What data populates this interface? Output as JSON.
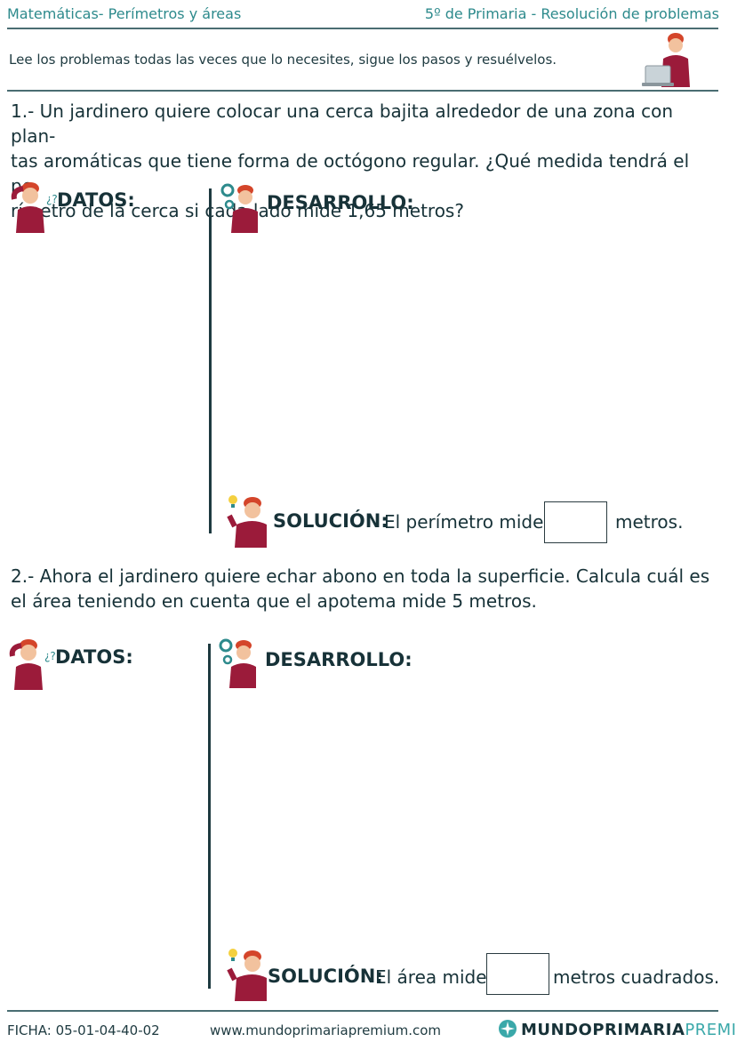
{
  "header": {
    "left": "Matemáticas- Perímetros y áreas",
    "right": "5º de Primaria - Resolución de problemas"
  },
  "intro": "Lee los problemas todas las veces que lo necesites, sigue los pasos y resuélvelos.",
  "problem1": {
    "line1": "1.- Un jardinero quiere colocar una cerca bajita alrededor de una zona con plan-",
    "line2": "tas aromáticas que tiene forma de octógono regular. ¿Qué medida tendrá el pe-",
    "line3": "rímetro de la cerca si cada lado mide 1,65 metros?",
    "datos": "DATOS:",
    "desarrollo": "DESARROLLO:",
    "solucion_label": "SOLUCIÓN:",
    "solucion_prefix": "El perímetro mide",
    "solucion_suffix": "metros."
  },
  "problem2": {
    "line1": "2.- Ahora el jardinero quiere echar abono en toda la superficie. Calcula cuál es",
    "line2": "el área teniendo en cuenta que el apotema mide 5 metros.",
    "datos": "DATOS:",
    "desarrollo": "DESARROLLO:",
    "solucion_label": "SOLUCIÓN:",
    "solucion_prefix": "El área mide",
    "solucion_suffix": "metros cuadrados."
  },
  "footer": {
    "ficha": "FICHA:  05-01-04-40-02",
    "url": "www.mundoprimariapremium.com",
    "brand_bold": "MUNDOPRIMARIA",
    "brand_light": "PREMIUM"
  },
  "colors": {
    "accent": "#2d8a8c",
    "text": "#173238",
    "shirt": "#9b1b3a",
    "hair": "#d4452a"
  }
}
